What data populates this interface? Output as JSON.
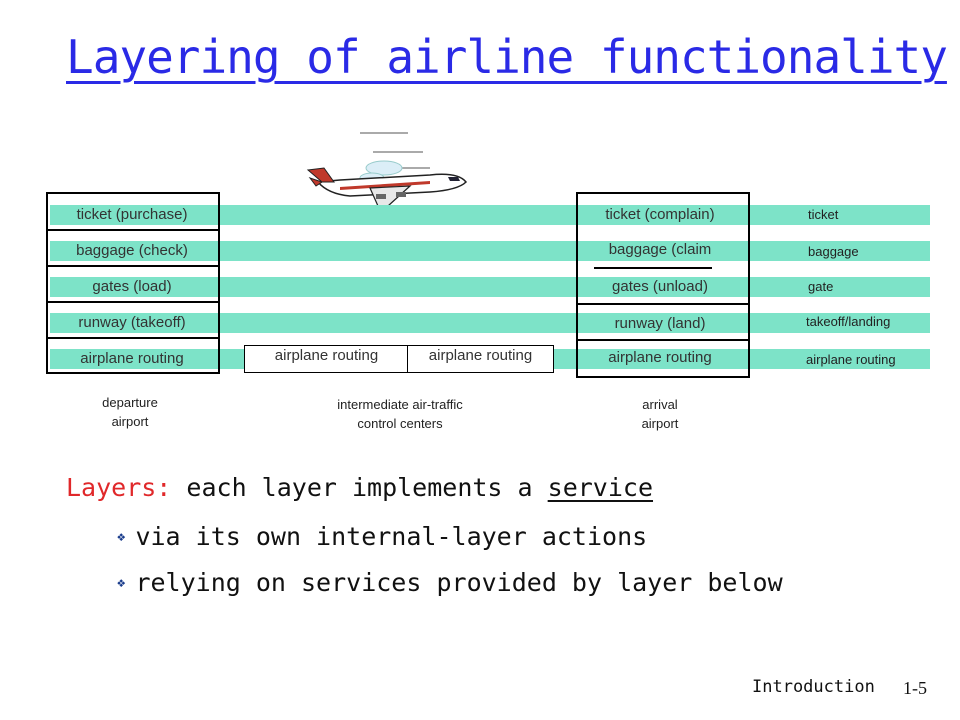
{
  "title": "Layering of airline functionality",
  "departure": {
    "layers": [
      "ticket (purchase)",
      "baggage (check)",
      "gates (load)",
      "runway (takeoff)",
      "airplane routing"
    ],
    "caption": [
      "departure",
      "airport"
    ]
  },
  "intermediate": {
    "boxes": [
      "airplane routing",
      "airplane routing"
    ],
    "caption": [
      "intermediate air-traffic",
      "control centers"
    ]
  },
  "arrival": {
    "layers": [
      "ticket (complain)",
      "baggage (claim",
      "gates (unload)",
      "runway (land)",
      "airplane routing"
    ],
    "caption": [
      "arrival",
      "airport"
    ]
  },
  "layer_names": [
    "ticket",
    "baggage",
    "gate",
    "takeoff/landing",
    "airplane routing"
  ],
  "colors": {
    "band": "#7de3c8",
    "title": "#2a2ae6",
    "highlight": "#e0282a"
  },
  "icons": [
    "airplane-icon"
  ],
  "text": {
    "layers_label": "Layers:",
    "layers_sentence": " each layer implements a ",
    "service_word": "service",
    "bullets": [
      "via its own internal-layer actions",
      "relying on services provided by layer below"
    ]
  },
  "footer": {
    "section": "Introduction",
    "page": "1-5"
  }
}
